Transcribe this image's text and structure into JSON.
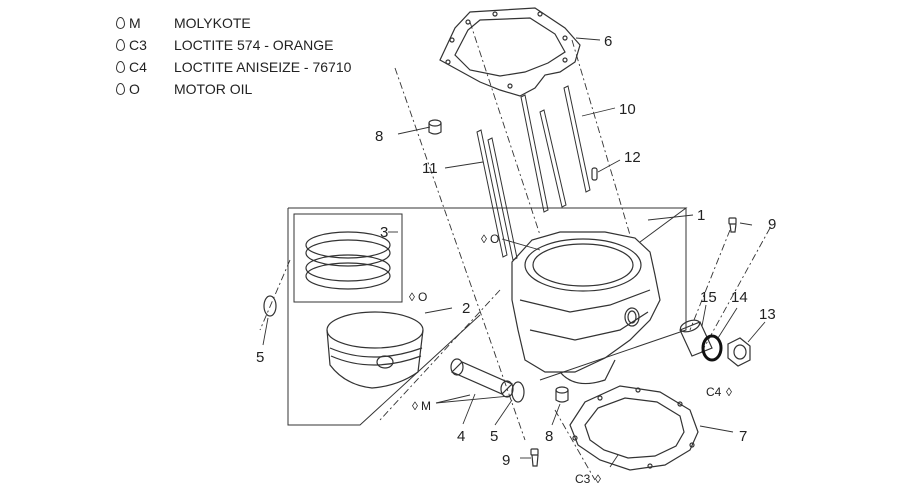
{
  "legend": [
    {
      "code": "M",
      "description": "MOLYKOTE"
    },
    {
      "code": "C3",
      "description": "LOCTITE 574 - ORANGE"
    },
    {
      "code": "C4",
      "description": "LOCTITE ANISEIZE - 76710"
    },
    {
      "code": "O",
      "description": "MOTOR OIL"
    }
  ],
  "callouts": {
    "n1": "1",
    "n2": "2",
    "n3": "3",
    "n4": "4",
    "n5a": "5",
    "n5b": "5",
    "n6": "6",
    "n7": "7",
    "n8a": "8",
    "n8b": "8",
    "n9a": "9",
    "n9b": "9",
    "n10": "10",
    "n11": "11",
    "n12": "12",
    "n13": "13",
    "n14": "14",
    "n15": "15"
  },
  "lube_marks": {
    "cyl_oil": "O",
    "piston_oil": "O",
    "pin_moly": "M",
    "plug_c4": "C4",
    "gasket_c3": "C3"
  }
}
